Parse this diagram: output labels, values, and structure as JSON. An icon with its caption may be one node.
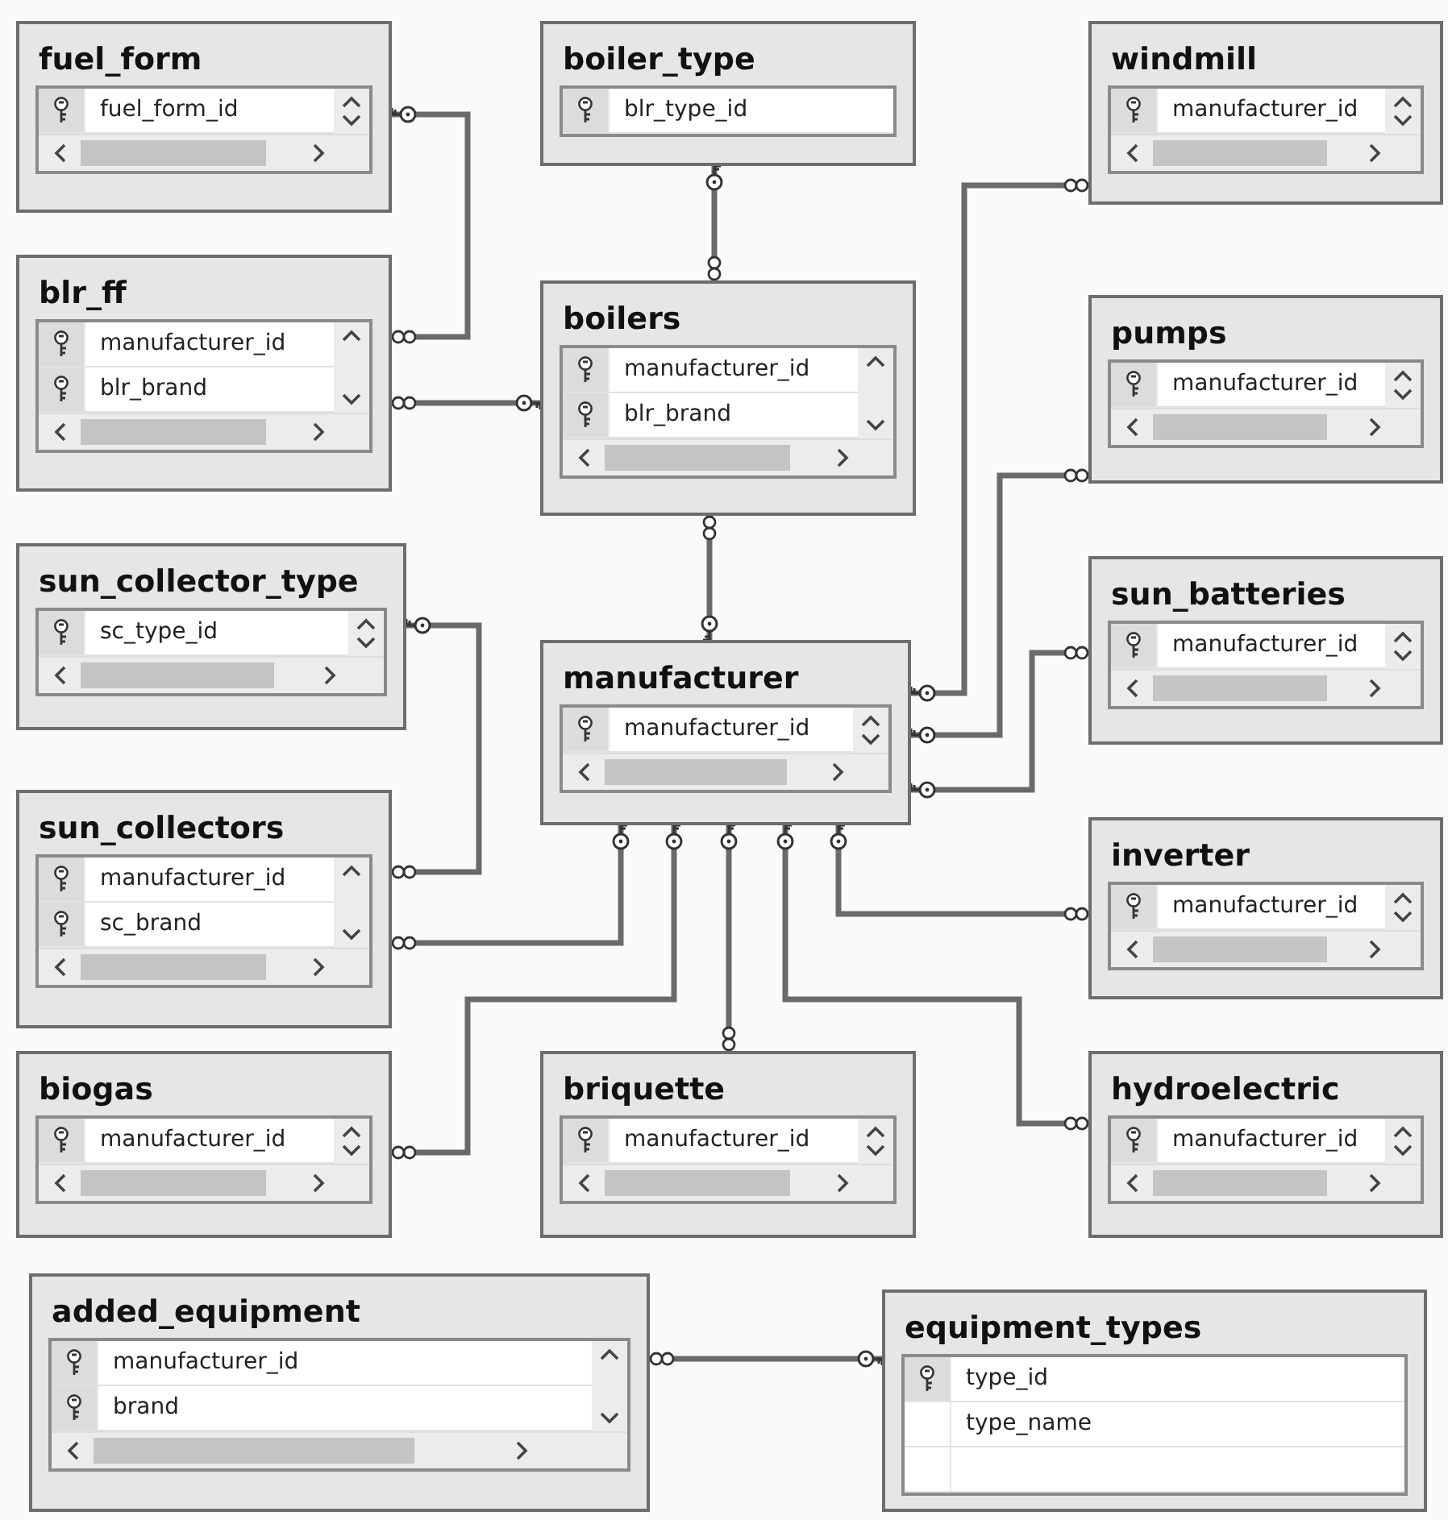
{
  "diagram": {
    "nodes": [
      {
        "text": [
          "fuel_form",
          "fuel_form_id"
        ]
      },
      {
        "text": [
          "boiler_type",
          "blr_type_id"
        ]
      },
      {
        "text": [
          "windmill",
          "manufacturer_id"
        ]
      },
      {
        "text": [
          "blr_ff",
          "manufacturer_id",
          "blr_brand"
        ]
      },
      {
        "text": [
          "boilers",
          "manufacturer_id",
          "blr_brand"
        ]
      },
      {
        "text": [
          "pumps",
          "manufacturer_id"
        ]
      },
      {
        "text": [
          "sun_collector_type",
          "sc_type_id"
        ]
      },
      {
        "text": [
          "manufacturer",
          "manufacturer_id"
        ]
      },
      {
        "text": [
          "sun_batteries",
          "manufacturer_id"
        ]
      },
      {
        "text": [
          "sun_collectors",
          "manufacturer_id",
          "sc_brand"
        ]
      },
      {
        "text": [
          "inverter",
          "manufacturer_id"
        ]
      },
      {
        "text": [
          "biogas",
          "manufacturer_id"
        ]
      },
      {
        "text": [
          "briquette",
          "manufacturer_id"
        ]
      },
      {
        "text": [
          "hydroelectric",
          "manufacturer_id"
        ]
      },
      {
        "text": [
          "added_equipment",
          "manufacturer_id",
          "brand"
        ]
      },
      {
        "text": [
          "equipment_types",
          "type_id",
          "type_name"
        ]
      }
    ],
    "edges": [
      {
        "from": 0,
        "to": 3,
        "arrow": "other"
      },
      {
        "from": 4,
        "to": 3,
        "arrow": "other"
      },
      {
        "from": 1,
        "to": 4,
        "arrow": "other"
      },
      {
        "from": 7,
        "to": 4,
        "arrow": "other"
      },
      {
        "from": 7,
        "to": 2,
        "arrow": "other"
      },
      {
        "from": 7,
        "to": 5,
        "arrow": "other"
      },
      {
        "from": 7,
        "to": 8,
        "arrow": "other"
      },
      {
        "from": 6,
        "to": 9,
        "arrow": "other"
      },
      {
        "from": 7,
        "to": 9,
        "arrow": "other"
      },
      {
        "from": 7,
        "to": 11,
        "arrow": "other"
      },
      {
        "from": 7,
        "to": 12,
        "arrow": "other"
      },
      {
        "from": 7,
        "to": 13,
        "arrow": "other"
      },
      {
        "from": 7,
        "to": 10,
        "arrow": "other"
      },
      {
        "from": 15,
        "to": 14,
        "arrow": "other"
      }
    ]
  }
}
